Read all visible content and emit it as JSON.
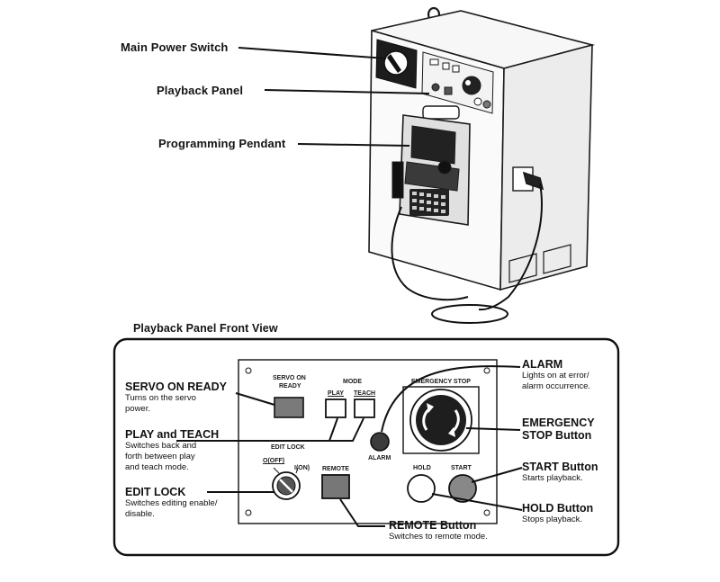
{
  "callouts_top": {
    "main_power_switch": "Main Power Switch",
    "playback_panel": "Playback Panel",
    "programming_pendant": "Programming Pendant"
  },
  "front_view_title": "Playback Panel Front View",
  "panel_markings": {
    "servo_on": "SERVO ON",
    "ready": "READY",
    "mode": "MODE",
    "play": "PLAY",
    "teach": "TEACH",
    "emergency_stop": "EMERGENCY STOP",
    "edit_lock": "EDIT LOCK",
    "off": "O(OFF)",
    "on": "I(ON)",
    "remote": "REMOTE",
    "alarm": "ALARM",
    "hold": "HOLD",
    "start": "START"
  },
  "descriptions": {
    "servo_on_ready": {
      "title": "SERVO ON READY",
      "desc": [
        "Turns on the servo",
        "power."
      ]
    },
    "play_teach": {
      "title": "PLAY and TEACH",
      "desc": [
        "Switches back and",
        "forth between play",
        "and teach mode."
      ]
    },
    "edit_lock": {
      "title": "EDIT LOCK",
      "desc": [
        "Switches editing enable/",
        "disable."
      ]
    },
    "alarm": {
      "title": "ALARM",
      "desc": [
        "Lights on at error/",
        "alarm occurrence."
      ]
    },
    "emergency_stop": {
      "title": [
        "EMERGENCY",
        "STOP Button"
      ]
    },
    "start": {
      "title": "START Button",
      "desc": "Starts playback."
    },
    "hold": {
      "title": "HOLD Button",
      "desc": "Stops playback."
    },
    "remote": {
      "title": "REMOTE Button",
      "desc": "Switches to remote mode."
    }
  }
}
